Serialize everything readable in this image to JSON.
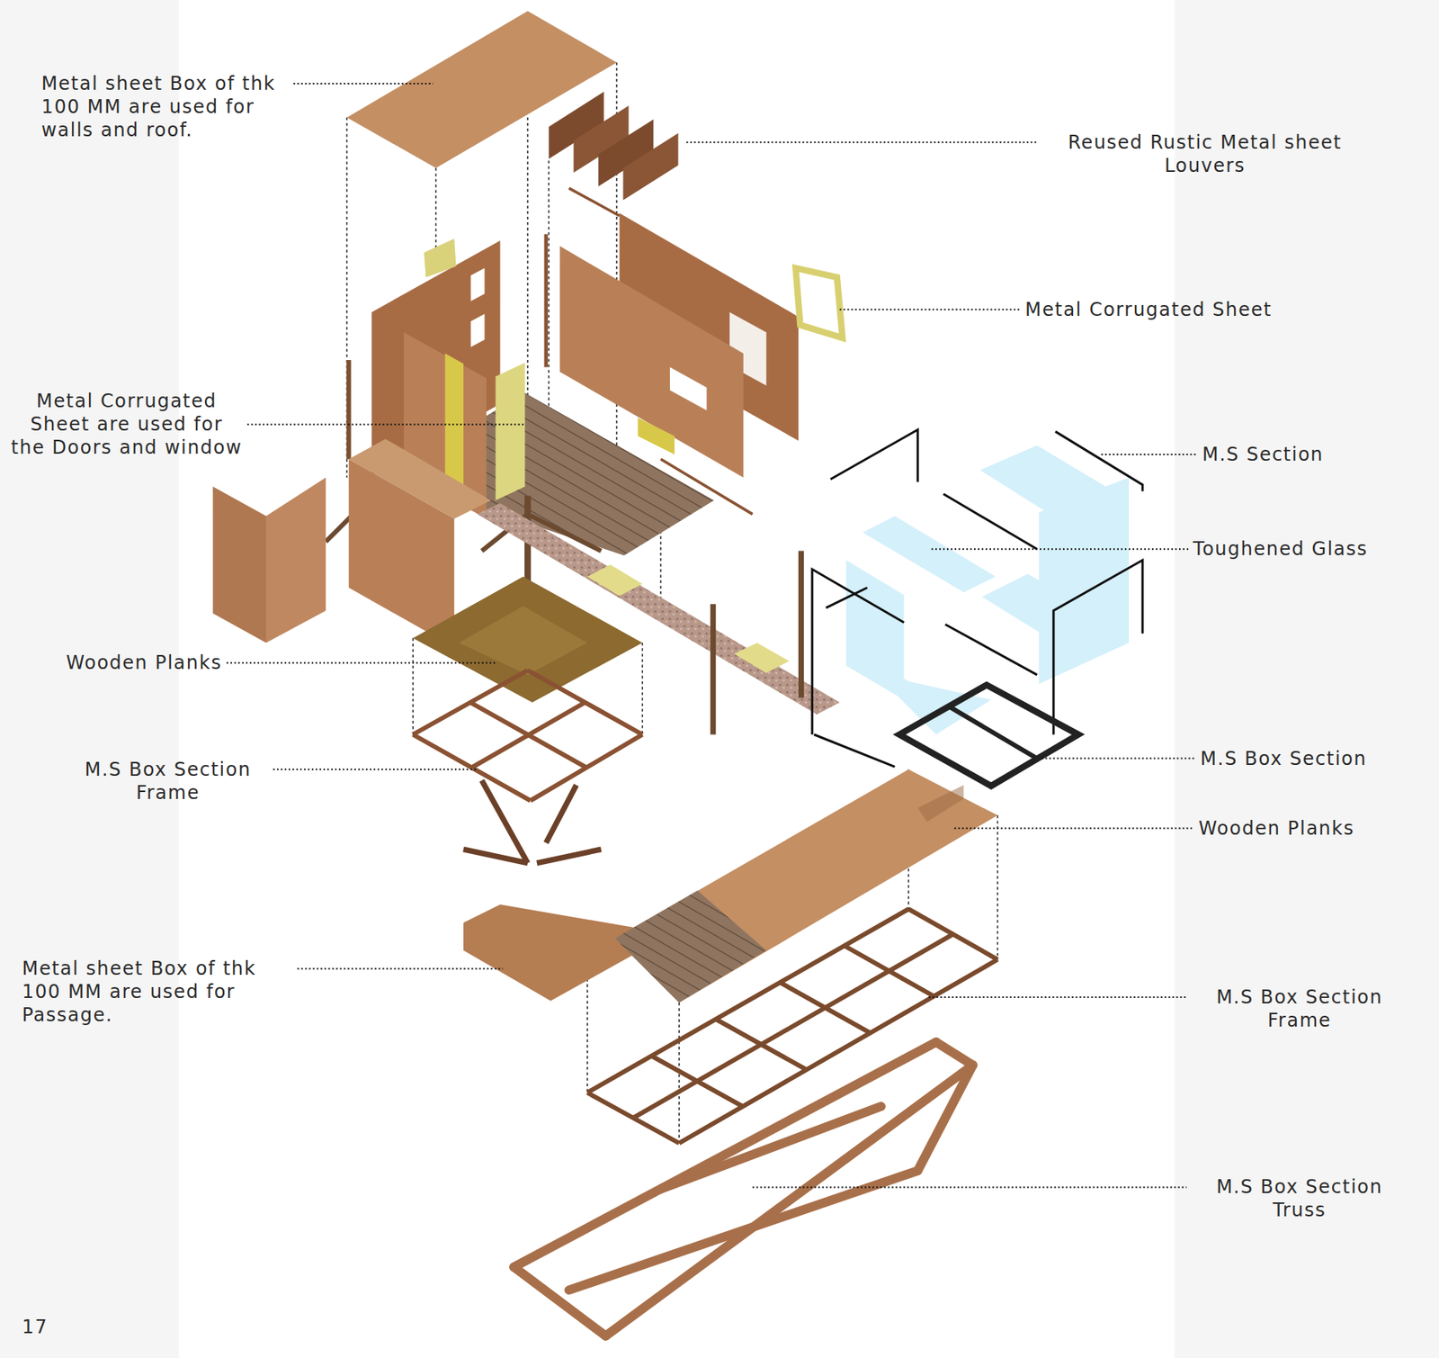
{
  "diagram": {
    "labels": [
      "Metal sheet Box of thk 100 MM are used for walls and roof.",
      "Reused Rustic Metal sheet Louvers",
      "Metal Corrugated Sheet",
      "Metal Corrugated Sheet are used for the Doors and window",
      "M.S Section",
      "Toughened Glass",
      "Wooden Planks",
      "M.S Box Section Frame",
      "M.S Box Section",
      "Wooden Planks",
      "Metal sheet Box of thk 100 MM are used for Passage.",
      "M.S Box Section Frame",
      "M.S Box Section Truss",
      "17"
    ]
  }
}
